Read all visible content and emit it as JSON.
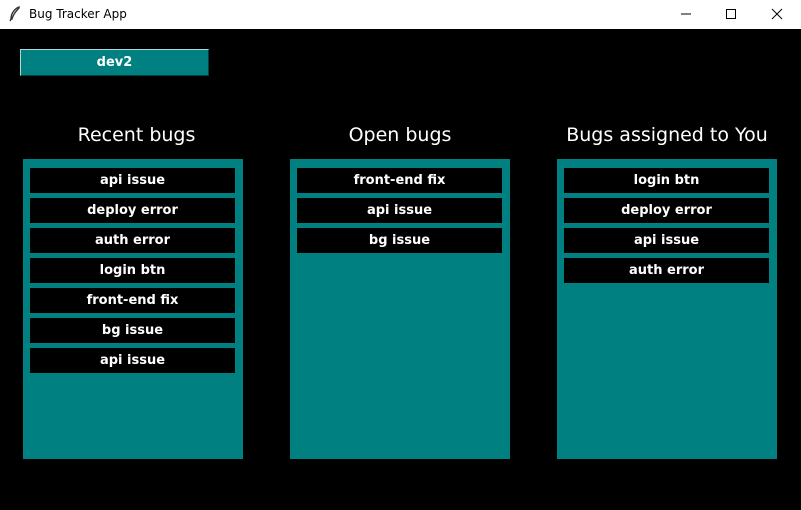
{
  "window": {
    "title": "Bug Tracker App"
  },
  "user": {
    "label": "dev2"
  },
  "columns": [
    {
      "title": "Recent bugs",
      "items": [
        "api issue",
        "deploy error",
        "auth error",
        "login btn",
        "front-end fix",
        "bg issue",
        "api issue"
      ]
    },
    {
      "title": "Open bugs",
      "items": [
        "front-end fix",
        "api issue",
        "bg issue"
      ]
    },
    {
      "title": "Bugs assigned to You",
      "items": [
        "login btn",
        "deploy error",
        "api issue",
        "auth error"
      ]
    }
  ],
  "colors": {
    "accent": "#008080",
    "background": "#000000",
    "text": "#ffffff"
  }
}
